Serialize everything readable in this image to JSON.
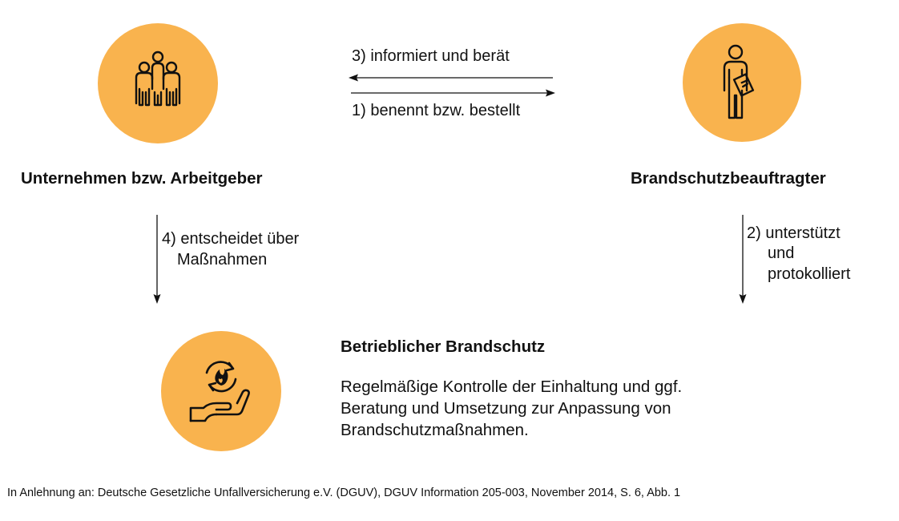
{
  "colors": {
    "circle_fill": "#f9b34e",
    "stroke": "#111111"
  },
  "nodes": {
    "employer": {
      "title": "Unternehmen bzw. Arbeitgeber",
      "icon": "group-of-people-icon"
    },
    "officer": {
      "title": "Brandschutzbeauftragter",
      "icon": "person-with-clipboard-icon"
    },
    "fire_protection": {
      "title": "Betrieblicher Brandschutz",
      "icon": "hand-holding-fire-cycle-icon",
      "description_lines": [
        "Regelmäßige Kontrolle der Einhaltung und ggf.",
        "Beratung und Umsetzung zur Anpassung von",
        "Brandschutzmaßnahmen."
      ]
    }
  },
  "edges": {
    "informs": "3) informiert und berät",
    "appoints": "1) benennt bzw. bestellt",
    "decides_line1": "4) entscheidet über",
    "decides_line2": "Maßnahmen",
    "supports_line1": "2) unterstützt",
    "supports_line2": "und",
    "supports_line3": "protokolliert"
  },
  "footer": "In Anlehnung an: Deutsche Gesetzliche Unfallversicherung e.V. (DGUV),  DGUV Information 205-003, November 2014, S. 6, Abb. 1"
}
